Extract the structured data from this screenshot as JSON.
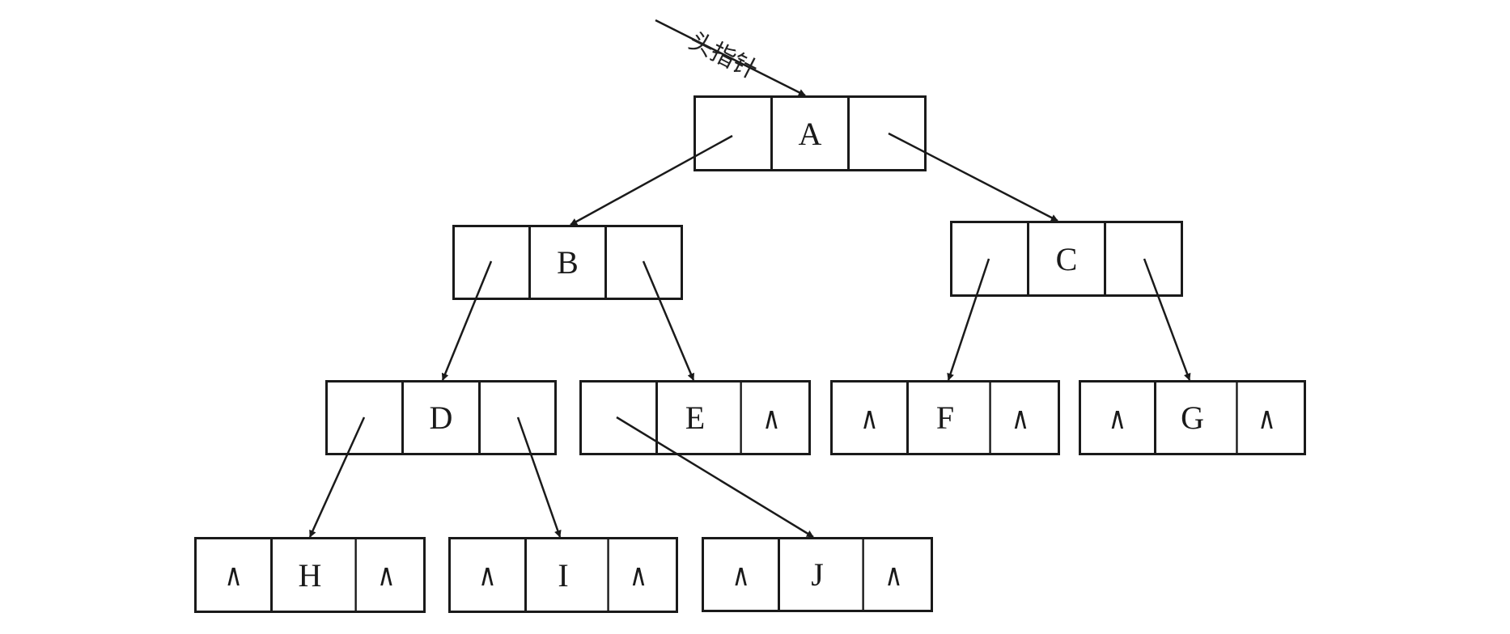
{
  "diagram": {
    "type": "binary-tree-linked-representation",
    "head_pointer_label": "头指针",
    "null_symbol": "∧",
    "nodes": {
      "A": {
        "left": "",
        "data": "A",
        "right": ""
      },
      "B": {
        "left": "",
        "data": "B",
        "right": ""
      },
      "C": {
        "left": "",
        "data": "C",
        "right": ""
      },
      "D": {
        "left": "",
        "data": "D",
        "right": ""
      },
      "E": {
        "left": "",
        "data": "E",
        "right": "∧"
      },
      "F": {
        "left": "∧",
        "data": "F",
        "right": "∧"
      },
      "G": {
        "left": "∧",
        "data": "G",
        "right": "∧"
      },
      "H": {
        "left": "∧",
        "data": "H",
        "right": "∧"
      },
      "I": {
        "left": "∧",
        "data": "I",
        "right": "∧"
      },
      "J": {
        "left": "∧",
        "data": "J",
        "right": "∧"
      }
    },
    "edges": [
      {
        "from": "head",
        "to": "A"
      },
      {
        "from": "A.left",
        "to": "B"
      },
      {
        "from": "A.right",
        "to": "C"
      },
      {
        "from": "B.left",
        "to": "D"
      },
      {
        "from": "B.right",
        "to": "E"
      },
      {
        "from": "C.left",
        "to": "F"
      },
      {
        "from": "C.right",
        "to": "G"
      },
      {
        "from": "D.left",
        "to": "H"
      },
      {
        "from": "D.right",
        "to": "I"
      },
      {
        "from": "E.left",
        "to": "J"
      }
    ],
    "colors": {
      "stroke": "#1a1a1a",
      "background": "#ffffff"
    }
  }
}
